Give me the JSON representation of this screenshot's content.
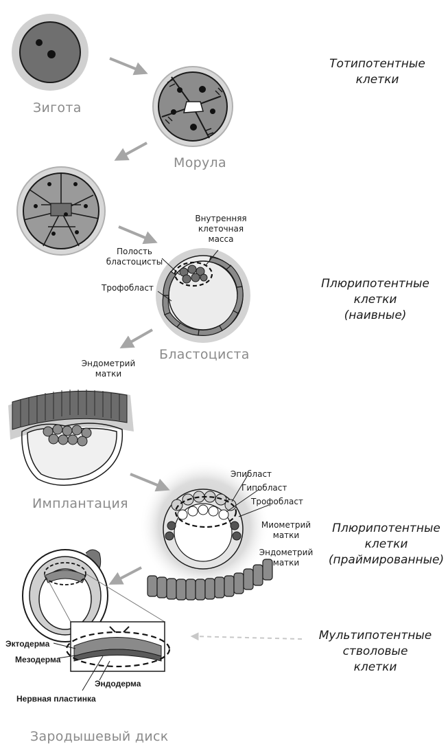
{
  "stages": {
    "zygote": "Зигота",
    "morula": "Морула",
    "blastocyst": "Бластоциста",
    "implantation": "Имплантация",
    "embryonic_disc": "Зародышевый диск"
  },
  "potency": {
    "totipotent": [
      "Тотипотентные",
      "клетки"
    ],
    "pluripotent_naive": [
      "Плюрипотентные",
      "клетки",
      "(наивные)"
    ],
    "pluripotent_primed": [
      "Плюрипотентные",
      "клетки",
      "(праймированные)"
    ],
    "multipotent": [
      "Мультипотентные",
      "стволовые",
      "клетки"
    ]
  },
  "labels": {
    "inner_cell_mass": [
      "Внутренняя",
      "клеточная",
      "масса"
    ],
    "blastocoel": [
      "Полость",
      "бластоцисты"
    ],
    "trophoblast_1": "Трофобласт",
    "endometrium_1": [
      "Эндометрий",
      "матки"
    ],
    "epiblast": "Эпибласт",
    "hypoblast": "Гипобласт",
    "trophoblast_2": "Трофобласт",
    "myometrium": [
      "Миометрий",
      "матки"
    ],
    "endometrium_2": [
      "Эндометрий",
      "матки"
    ],
    "ectoderm": "Эктодерма",
    "mesoderm": "Мезодерма",
    "endoderm": "Эндодерма",
    "neural_plate": "Нервная пластинка"
  },
  "colors": {
    "arrow": "#a6a6a6",
    "cell_fill": "#9a9a9a",
    "cell_dark": "#6e6e6e",
    "halo": "#d6d6d6"
  }
}
